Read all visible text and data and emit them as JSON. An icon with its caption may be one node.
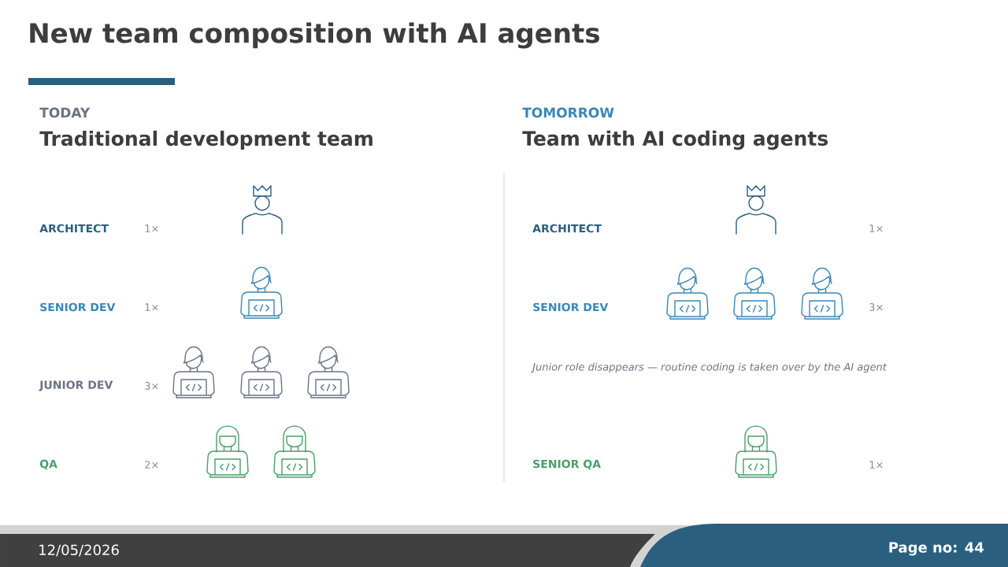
{
  "diagram": {
    "title": "New team composition with AI agents",
    "labels": [
      "TODAY",
      "Traditional development team",
      "ARCHITECT",
      "1×",
      "SENIOR DEV",
      "1×",
      "JUNIOR DEV",
      "3×",
      "QA",
      "2×",
      "TOMORROW",
      "Team with AI coding agents",
      "ARCHITECT",
      "1×",
      "SENIOR DEV",
      "3×",
      "Junior role disappears — routine coding is taken over by the AI agent",
      "SENIOR QA",
      "1×",
      "12/05/2026",
      "Page no: 44"
    ]
  }
}
